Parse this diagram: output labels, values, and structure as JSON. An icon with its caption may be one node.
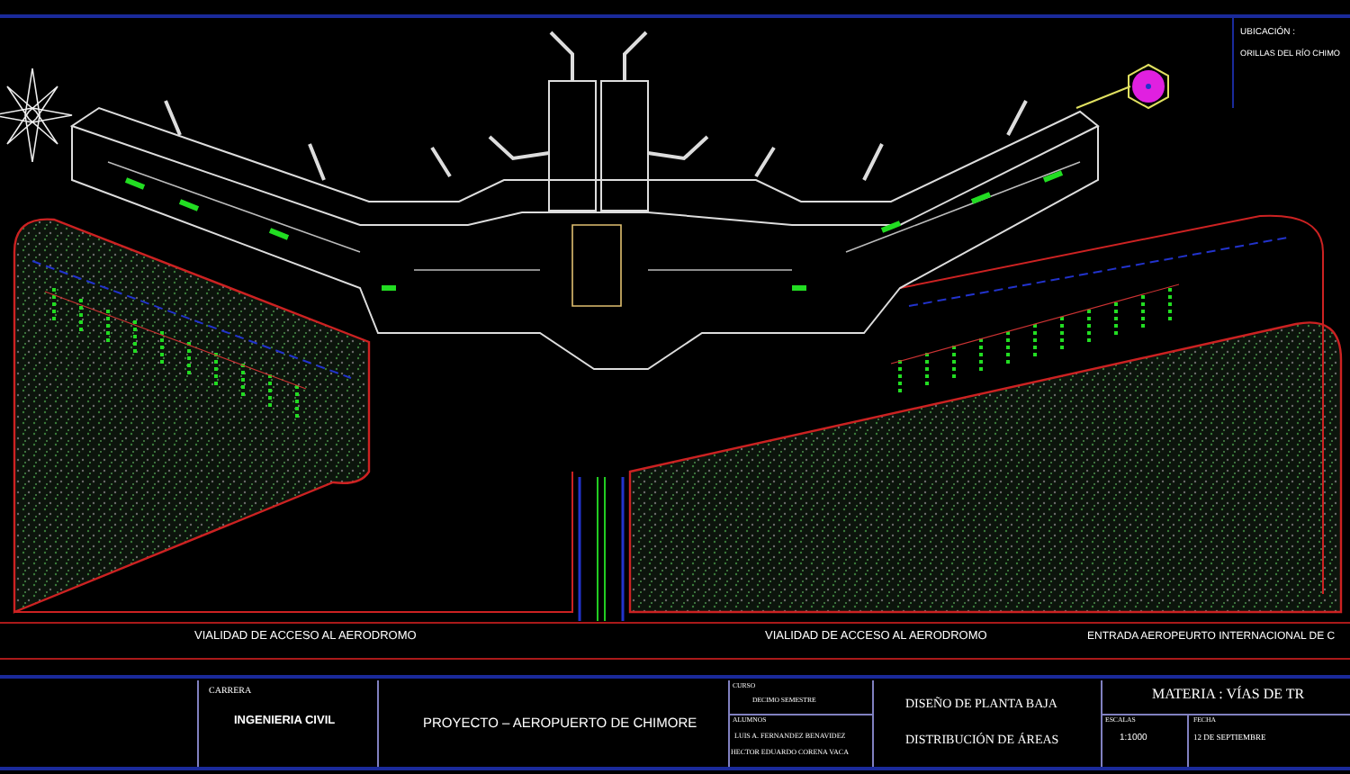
{
  "diagram": {
    "labels": [
      "UBICACIÓN :",
      "ORILLAS DEL RÍO CHIMO",
      "VIALIDAD DE ACCESO AL AERODROMO",
      "VIALIDAD DE ACCESO AL AERODROMO",
      "ENTRADA AEROPEURTO INTERNACIONAL DE C",
      "CARRERA",
      "INGENIERIA CIVIL",
      "PROYECTO – AEROPUERTO DE CHIMORE",
      "CURSO",
      "DECIMO SEMESTRE",
      "ALUMNOS",
      "LUIS A. FERNANDEZ BENAVIDEZ",
      "HECTOR EDUARDO CORENA VACA",
      "DISEÑO DE PLANTA BAJA",
      "DISTRIBUCIÓN DE ÁREAS",
      "MATERIA : VÍAS DE TR",
      "ESCALAS",
      "1:1000",
      "FECHA",
      "12 DE SEPTIEMBRE"
    ]
  }
}
